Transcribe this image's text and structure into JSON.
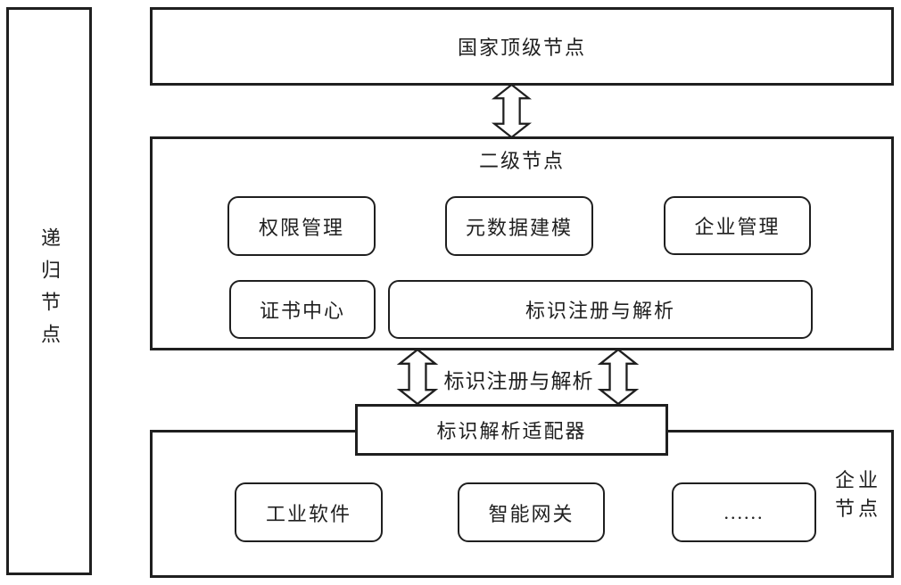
{
  "recursive_node": {
    "label": "递归节点"
  },
  "top_node": {
    "label": "国家顶级节点"
  },
  "second_level_node": {
    "label": "二级节点",
    "modules": [
      "权限管理",
      "元数据建模",
      "企业管理",
      "证书中心",
      "标识注册与解析"
    ]
  },
  "link": {
    "label": "标识注册与解析"
  },
  "adapter": {
    "label": "标识解析适配器"
  },
  "enterprise_node": {
    "label": "企业节点",
    "modules": [
      "工业软件",
      "智能网关",
      "......"
    ]
  },
  "colors": {
    "line": "#1f1f1f",
    "background": "#ffffff"
  }
}
